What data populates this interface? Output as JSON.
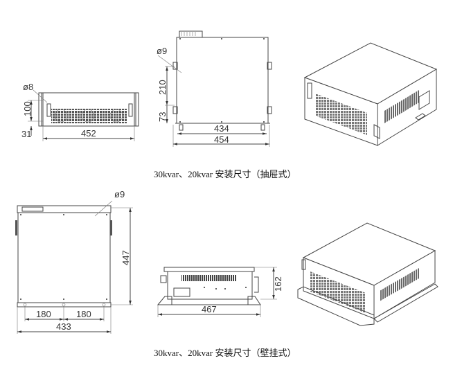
{
  "drawer": {
    "front": {
      "hole": "ø8",
      "height_100": "100",
      "height_31": "31",
      "width": "452"
    },
    "top": {
      "hole": "ø9",
      "dim_210": "210",
      "dim_73": "73",
      "width_434": "434",
      "width_454": "454"
    },
    "caption": "30kvar、20kvar 安装尺寸（抽屉式）"
  },
  "wall": {
    "back": {
      "hole": "ø9",
      "height": "447",
      "dim_180_left": "180",
      "dim_180_right": "180",
      "width": "433"
    },
    "side": {
      "height": "162",
      "width": "467"
    },
    "caption": "30kvar、20kvar 安装尺寸（壁挂式）"
  }
}
